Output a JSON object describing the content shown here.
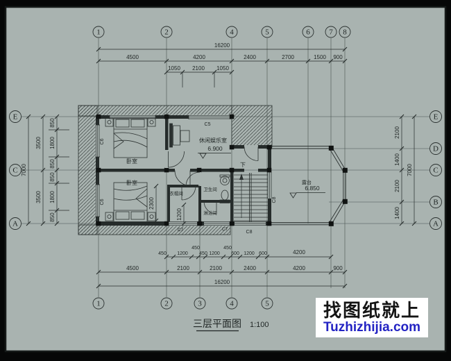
{
  "colors": {
    "sheet": "#a9b3b0",
    "ink": "#232928",
    "watermark_blue": "#2323c3"
  },
  "axes": {
    "top": [
      "1",
      "2",
      "4",
      "5",
      "6",
      "7",
      "8"
    ],
    "bottom": [
      "1",
      "2",
      "3",
      "4",
      "5"
    ],
    "left": [
      "E",
      "C",
      "A"
    ],
    "right": [
      "E",
      "D",
      "C",
      "B",
      "A"
    ]
  },
  "dims": {
    "top_total": "16200",
    "top_row": [
      "4500",
      "4200",
      "2400",
      "2700",
      "1500",
      "900"
    ],
    "top_sub": [
      "1050",
      "2100",
      "1050"
    ],
    "bottom_sub": [
      "450",
      "1200",
      "450",
      "450",
      "1200",
      "450",
      "600",
      "1200",
      "600",
      "4200"
    ],
    "bottom_row": [
      "4500",
      "2100",
      "2100",
      "2400",
      "4200",
      "900"
    ],
    "bottom_total": "16200",
    "left_total": "7000",
    "left_mid": [
      "3500",
      "3500"
    ],
    "left_inner": [
      "850",
      "1800",
      "850",
      "850",
      "1800",
      "850"
    ],
    "right_inner": [
      "2100",
      "1400",
      "2100",
      "1400"
    ],
    "right_total": "7000",
    "interior_2300": "2300",
    "interior_1200": "1200"
  },
  "rooms": {
    "bedroom_top": "卧室",
    "bedroom_bottom": "卧室",
    "recreation": "休闲娱乐室",
    "bathroom": "卫生间",
    "cloakroom": "衣帽间",
    "shower": "淋浴间",
    "terrace": "露台",
    "stair_down": "下"
  },
  "levels": {
    "recreation": "6.900",
    "terrace": "6.850"
  },
  "windows": {
    "c5": "C5",
    "c6_upper": "C6",
    "c6_lower": "C6",
    "c7_left": "C7",
    "c7_right": "C7",
    "c8_bottom": "C8",
    "c8_side": "C8"
  },
  "title": {
    "name": "三层平面图",
    "scale": "1:100"
  },
  "watermark": {
    "line1": "找图纸就上",
    "line2": "Tuzhizhijia.com"
  }
}
